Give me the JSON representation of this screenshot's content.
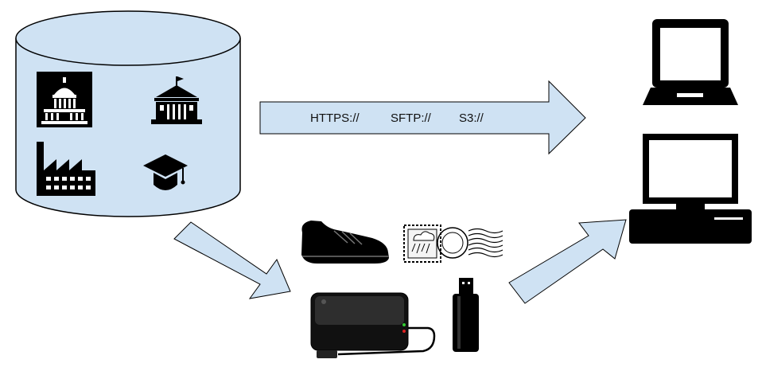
{
  "network_transfer": {
    "protocols": [
      "HTTPS://",
      "SFTP://",
      "S3://"
    ]
  },
  "colors": {
    "arrow_fill": "#cfe2f3",
    "arrow_stroke": "#000000",
    "cylinder_fill": "#cfe2f3",
    "icon_color": "#000000"
  },
  "icons": {
    "repository": [
      "capitol-building-icon",
      "museum-building-icon",
      "factory-icon",
      "graduation-cap-icon"
    ],
    "physical_media": [
      "shoe-icon",
      "postage-stamp-icon",
      "external-hard-drive-icon",
      "usb-flash-drive-icon"
    ],
    "recipients": [
      "laptop-icon",
      "desktop-computer-icon"
    ]
  }
}
